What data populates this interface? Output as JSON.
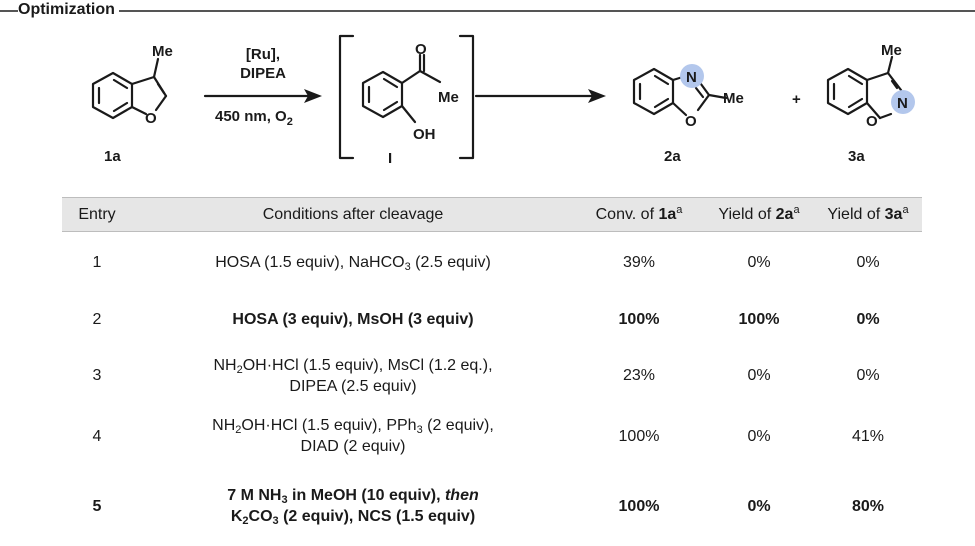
{
  "section_title": "Optimization",
  "scheme": {
    "substituents": {
      "me": "Me",
      "o": "O",
      "oh": "OH",
      "n": "N"
    },
    "labels": {
      "start": "1a",
      "intermediate": "I",
      "product2": "2a",
      "product3": "3a"
    },
    "conditions": {
      "line1": "[Ru],",
      "line2": "DIPEA",
      "line3_main": "450 nm, O",
      "line3_sub": "2"
    },
    "plus": "+",
    "highlight_color": "#b3c7ec"
  },
  "table": {
    "headers": {
      "entry": "Entry",
      "conditions": "Conditions after cleavage",
      "conv_prefix": "Conv. of ",
      "conv_bold": "1a",
      "conv_sup": "a",
      "y2_prefix": "Yield of ",
      "y2_bold": "2a",
      "y2_sup": "a",
      "y3_prefix": "Yield of ",
      "y3_bold": "3a",
      "y3_sup": "a"
    },
    "rows": [
      {
        "entry": "1",
        "cond": {
          "a": "HOSA (1.5 equiv), NaHCO",
          "a_sub": "3",
          "a_end": " (2.5 equiv)"
        },
        "conv": "39%",
        "y2": "0%",
        "y3": "0%"
      },
      {
        "entry": "2",
        "cond": {
          "a": "HOSA (3 equiv), MsOH (3 equiv)"
        },
        "conv": "100%",
        "y2": "100%",
        "y3": "0%"
      },
      {
        "entry": "3",
        "cond": {
          "a": "NH",
          "a_sub": "2",
          "a_end": "OH·HCl (1.5 equiv), MsCl (1.2 eq.),",
          "b": "DIPEA (2.5 equiv)"
        },
        "conv": "23%",
        "y2": "0%",
        "y3": "0%"
      },
      {
        "entry": "4",
        "cond": {
          "a": "NH",
          "a_sub": "2",
          "a_mid": "OH·HCl (1.5 equiv), PPh",
          "a_sub2": "3",
          "a_end": " (2 equiv),",
          "b": "DIAD (2 equiv)"
        },
        "conv": "100%",
        "y2": "0%",
        "y3": "41%"
      },
      {
        "entry": "5",
        "cond": {
          "a": "7 M NH",
          "a_sub": "3",
          "a_mid": " in MeOH (10 equiv), ",
          "a_ital": "then",
          "b": "K",
          "b_sub": "2",
          "b_end": "CO",
          "b_sub2": "3",
          "b_end2": " (2 equiv), NCS (1.5 equiv)"
        },
        "conv": "100%",
        "y2": "0%",
        "y3": "80%"
      }
    ]
  }
}
